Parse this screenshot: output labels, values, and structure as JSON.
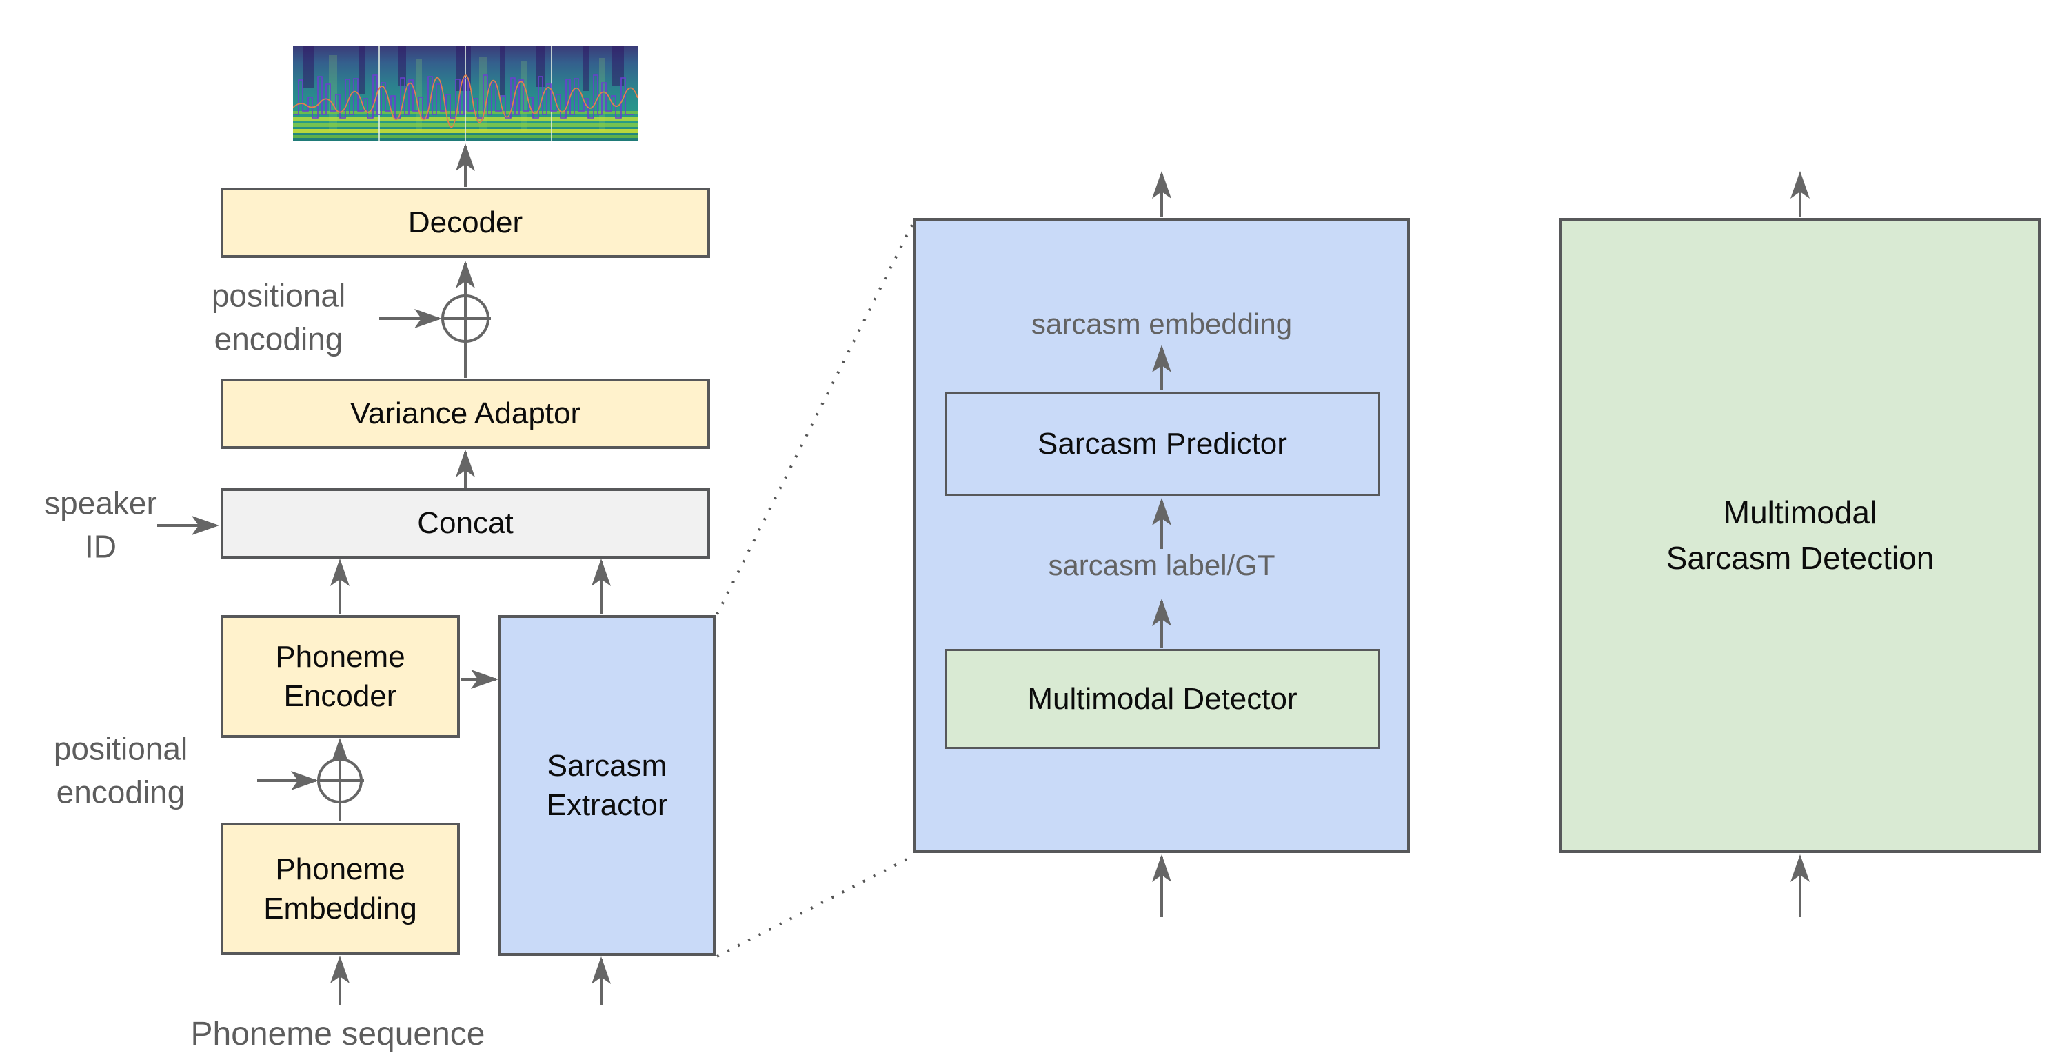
{
  "diagram": {
    "tts": {
      "decoder_label": "Decoder",
      "variance_adaptor_label": "Variance Adaptor",
      "concat_label": "Concat",
      "phoneme_encoder_lines": [
        "Phoneme",
        "Encoder"
      ],
      "phoneme_embedding_lines": [
        "Phoneme",
        "Embedding"
      ],
      "sarcasm_extractor_lines": [
        "Sarcasm",
        "Extractor"
      ],
      "positional_encoding_top_lines": [
        "positional",
        "encoding"
      ],
      "positional_encoding_bottom_lines": [
        "positional",
        "encoding"
      ],
      "speaker_id_lines": [
        "speaker",
        "ID"
      ],
      "phoneme_sequence_label": "Phoneme sequence"
    },
    "extractor_detail": {
      "sarcasm_embedding_label": "sarcasm embedding",
      "sarcasm_predictor_label": "Sarcasm Predictor",
      "sarcasm_label_gt_label": "sarcasm label/GT",
      "multimodal_detector_label": "Multimodal Detector"
    },
    "multimodal_sarcasm_detection": {
      "title_lines": [
        "Multimodal",
        "Sarcasm Detection"
      ]
    },
    "icons": {
      "add_operator": "plus-circle-icon",
      "output_image": "mel-spectrogram-image"
    },
    "colors": {
      "box_yellow": "#fff2cc",
      "box_blue": "#c9daf8",
      "box_green": "#d9ead3",
      "box_gray": "#f1f1f1",
      "box_border": "#57585a",
      "arrow_line": "#666666",
      "label_text": "#0c0c0c",
      "muted_text": "#5d5d5d"
    }
  }
}
